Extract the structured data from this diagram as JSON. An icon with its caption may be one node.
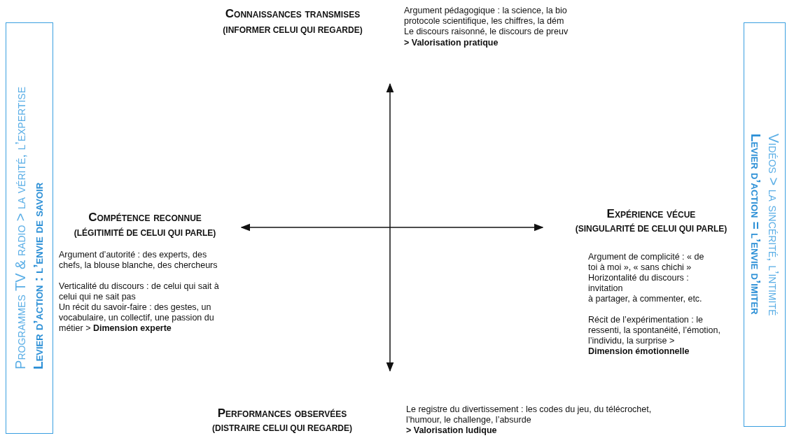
{
  "diagram": {
    "nodes": [
      {
        "text": [
          "Programmes TV & radio > la vérité, l’expertise",
          "Levier d’action : l’envie de savoir"
        ]
      },
      {
        "text": [
          "Vidéos > la sincérité, l’intimité",
          "Levier d’action = l’envie d’imiter"
        ]
      }
    ],
    "labels": [
      "Connaissances transmises",
      "(INFORMER CELUI QUI REGARDE)",
      "Argument pédagogique : la science, la bio",
      "protocole scientifique, les chiffres, la dém",
      "Le discours raisonné, le discours de preuv",
      "> Valorisation pratique",
      "Compétence reconnue",
      "(LÉGITIMITÉ DE CELUI QUI PARLE)",
      "Argument d’autorité : des experts, des chefs, la blouse blanche, des chercheurs",
      "Verticalité du discours : de celui qui sait à celui qui ne sait pas",
      "Un récit du savoir-faire : des gestes, un vocabulaire, un collectif, une passion du métier > **Dimension experte**",
      "Expérience vécue",
      "(SINGULARITÉ DE CELUI QUI PARLE)",
      "Argument de complicité : « de toi à moi », « sans chichi »",
      "Horizontalité du discours : invitation",
      "à partager, à commenter, etc.",
      "Récit de l’expérimentation : le ressenti, la spontanéité, l’émotion, l’individu, la surprise > **Dimension émotionnelle**",
      "Performances observées",
      "(DISTRAIRE CELUI QUI REGARDE)",
      "Le registre du divertissement : les codes du jeu, du télécrochet, l’humour, le challenge, l’absurde",
      "> Valorisation ludique"
    ]
  }
}
